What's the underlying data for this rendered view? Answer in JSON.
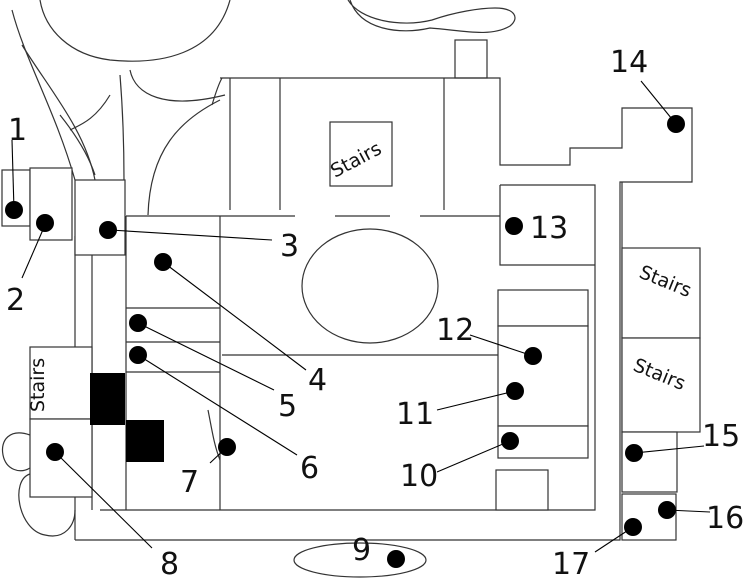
{
  "stairs_label": "Stairs",
  "markers": [
    {
      "id": "1",
      "label": "1"
    },
    {
      "id": "2",
      "label": "2"
    },
    {
      "id": "3",
      "label": "3"
    },
    {
      "id": "4",
      "label": "4"
    },
    {
      "id": "5",
      "label": "5"
    },
    {
      "id": "6",
      "label": "6"
    },
    {
      "id": "7",
      "label": "7"
    },
    {
      "id": "8",
      "label": "8"
    },
    {
      "id": "9",
      "label": "9"
    },
    {
      "id": "10",
      "label": "10"
    },
    {
      "id": "11",
      "label": "11"
    },
    {
      "id": "12",
      "label": "12"
    },
    {
      "id": "13",
      "label": "13"
    },
    {
      "id": "14",
      "label": "14"
    },
    {
      "id": "15",
      "label": "15"
    },
    {
      "id": "16",
      "label": "16"
    },
    {
      "id": "17",
      "label": "17"
    }
  ]
}
